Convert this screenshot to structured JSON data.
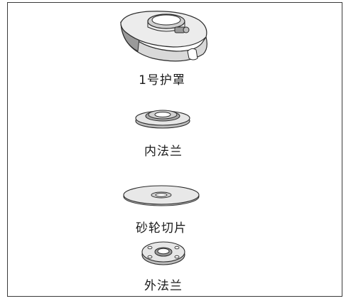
{
  "parts": [
    {
      "id": "guard",
      "label": "1号护罩"
    },
    {
      "id": "inner_flange",
      "label": "内法兰"
    },
    {
      "id": "grinding_disc",
      "label": "砂轮切片"
    },
    {
      "id": "outer_flange",
      "label": "外法兰"
    }
  ],
  "colors": {
    "line": "#2b2b2b",
    "fill_light": "#e6e6e6",
    "fill_mid": "#bdbdbd",
    "fill_dark": "#8a8a8a",
    "border": "#3a3a3a"
  }
}
